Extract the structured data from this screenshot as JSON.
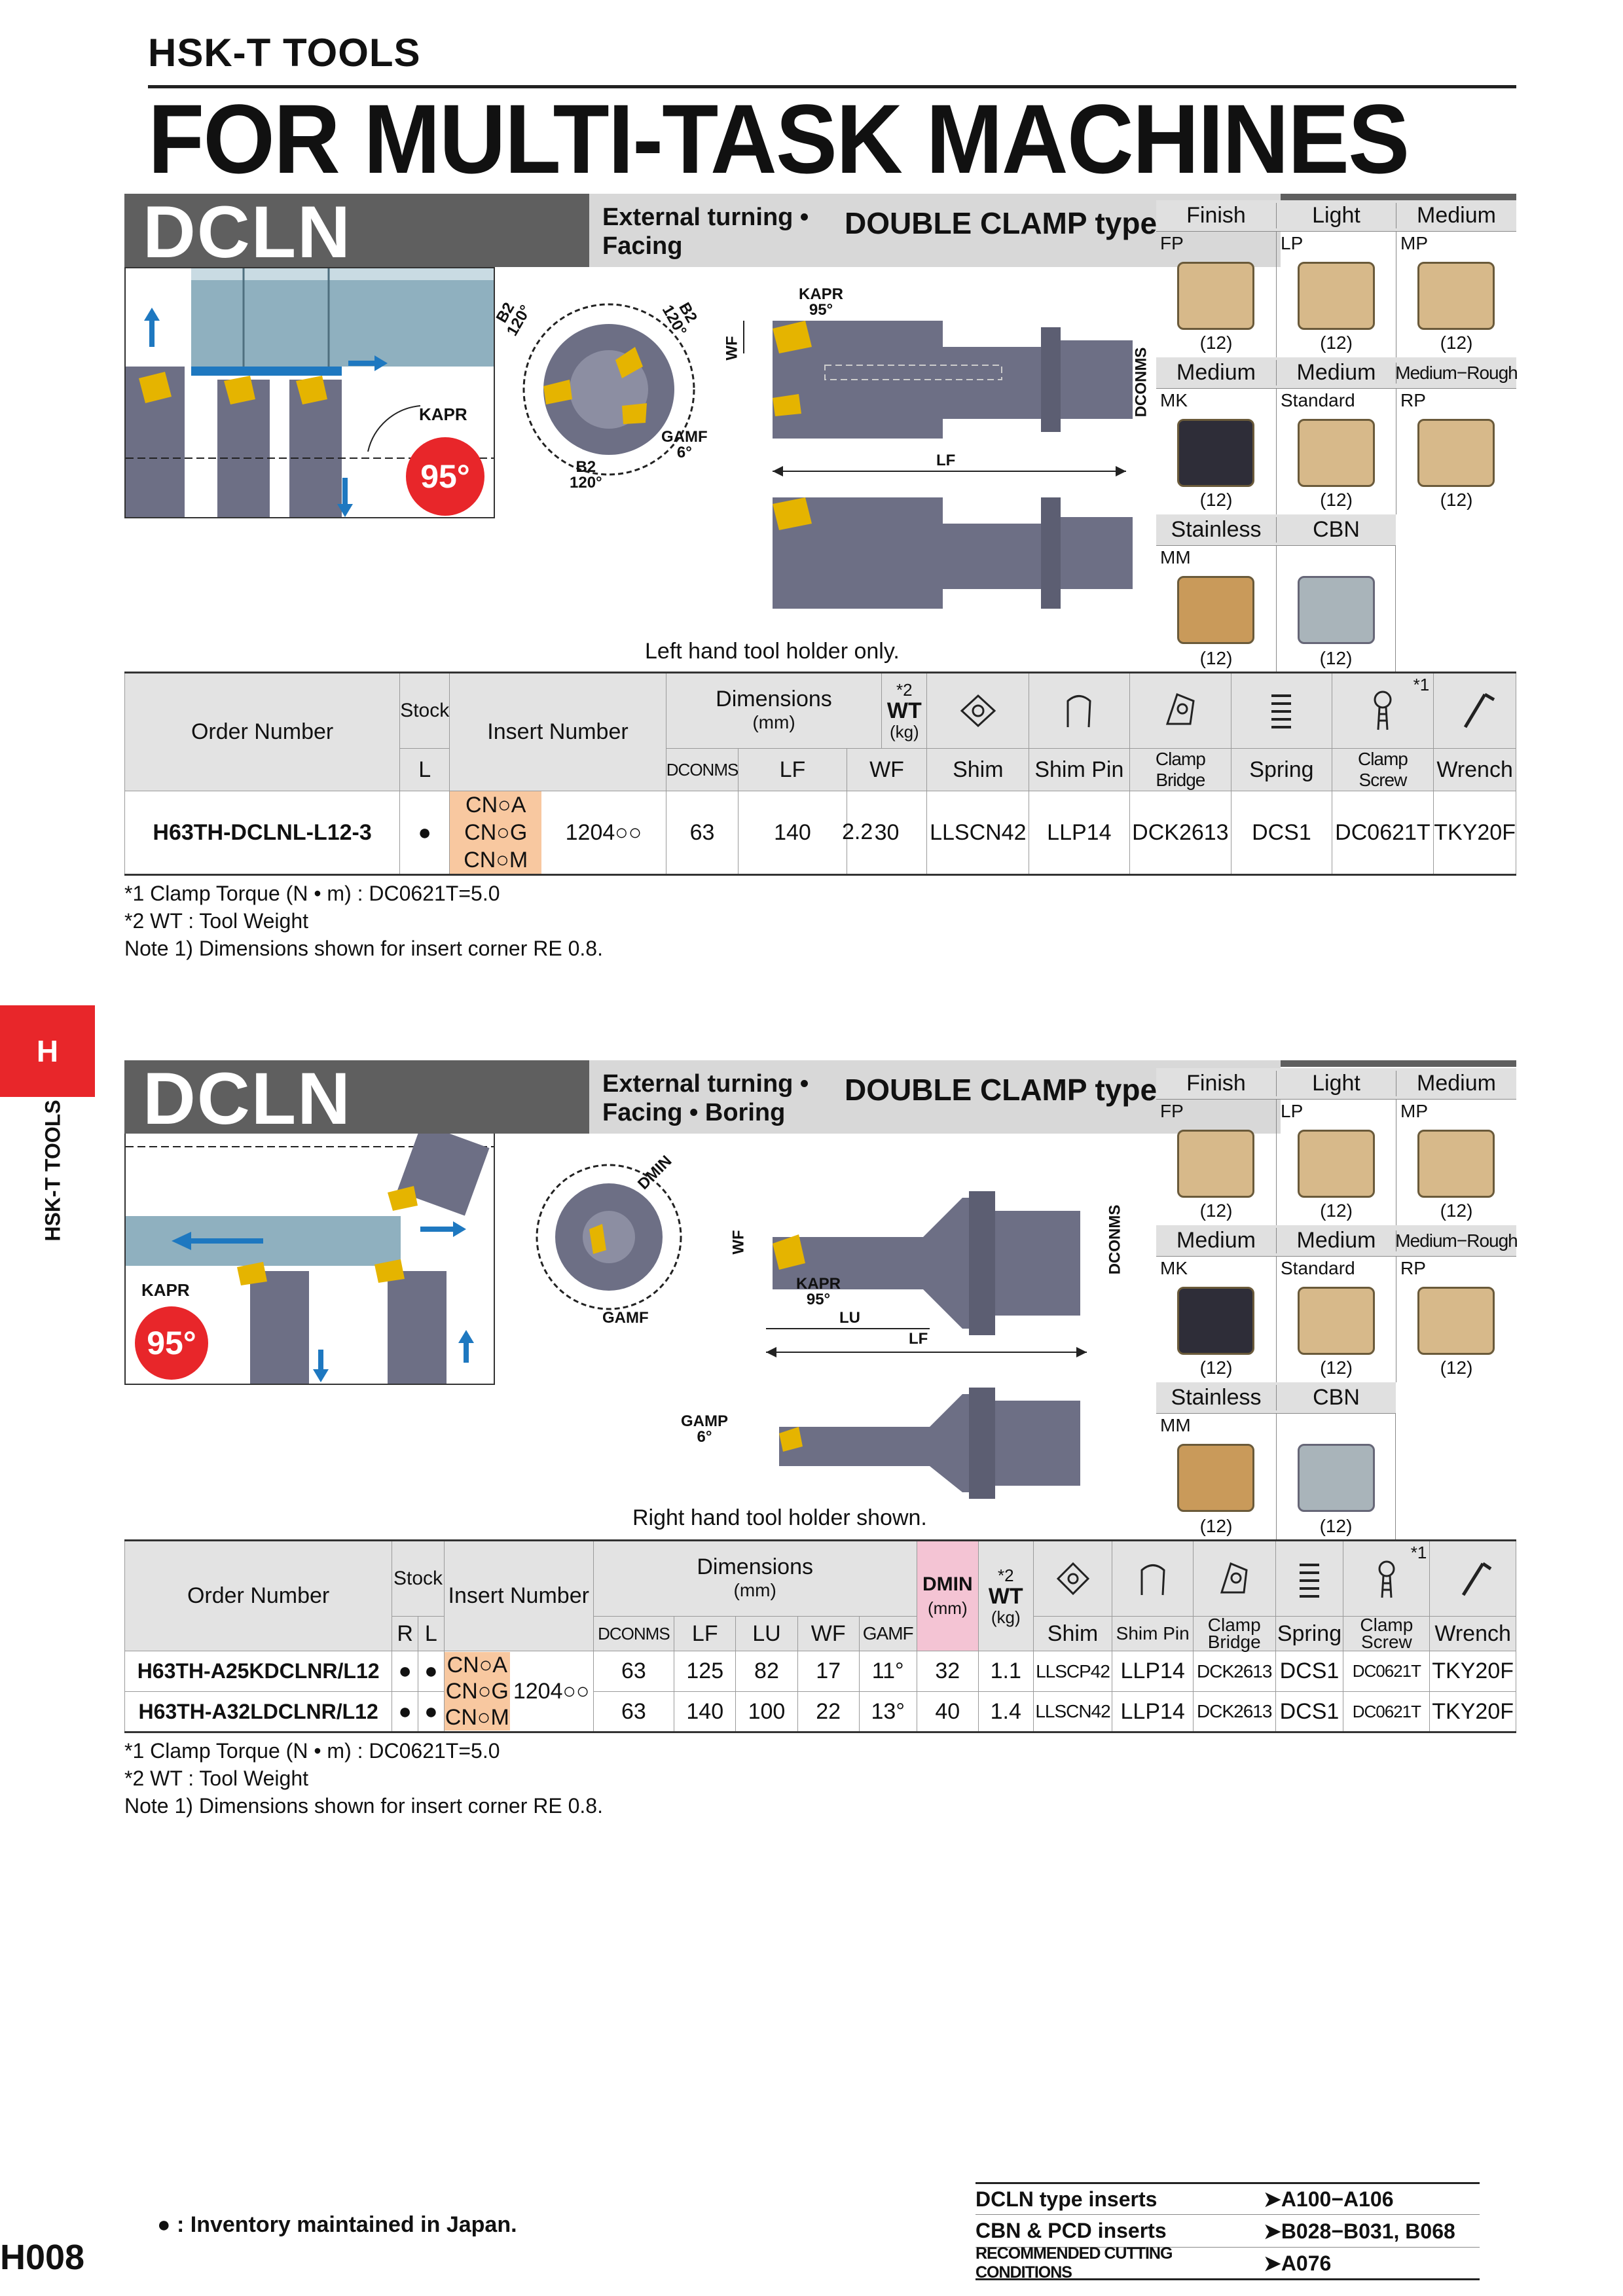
{
  "header": {
    "subtitle": "HSK-T TOOLS",
    "title": "FOR MULTI-TASK MACHINES"
  },
  "side_tab": {
    "letter": "H",
    "label": "HSK-T TOOLS"
  },
  "section1": {
    "name": "DCLN",
    "type_line1": "External turning •",
    "type_line2": "Facing",
    "clamp": "DOUBLE CLAMP type",
    "angle": "95°",
    "labels": {
      "kapr": "KAPR",
      "kapr_val": "95°",
      "b2a": "B2",
      "b2a_val": "120°",
      "b2b": "B2",
      "b2b_val": "120°",
      "b2c": "B2",
      "b2c_val": "120°",
      "gamf": "GAMF",
      "gamf_val": "6°",
      "wf": "WF",
      "lf": "LF",
      "dconms": "DCONMS"
    },
    "caption": "Left hand tool holder only.",
    "inserts": {
      "row1": [
        {
          "grade": "Finish",
          "code": "FP",
          "qty": "(12)"
        },
        {
          "grade": "Light",
          "code": "LP",
          "qty": "(12)"
        },
        {
          "grade": "Medium",
          "code": "MP",
          "qty": "(12)"
        }
      ],
      "row2": [
        {
          "grade": "Medium",
          "code": "MK",
          "qty": "(12)"
        },
        {
          "grade": "Medium",
          "code": "Standard",
          "qty": "(12)"
        },
        {
          "grade": "Medium−Rough",
          "code": "RP",
          "qty": "(12)"
        }
      ],
      "row3": [
        {
          "grade": "Stainless",
          "code": "MM",
          "qty": "(12)"
        },
        {
          "grade": "CBN",
          "code": "",
          "qty": "(12)"
        }
      ]
    },
    "table": {
      "h_order": "Order Number",
      "h_stock": "Stock",
      "h_stock_l": "L",
      "h_insert": "Insert Number",
      "h_dim": "Dimensions",
      "h_dim_unit": "(mm)",
      "h_dconms": "DCONMS",
      "h_lf": "LF",
      "h_wf": "WF",
      "h_wt_star": "*2",
      "h_wt": "WT",
      "h_wt_unit": "(kg)",
      "h_star1": "*1",
      "h_shim": "Shim",
      "h_shimpin": "Shim Pin",
      "h_bridge": "Clamp Bridge",
      "h_spring": "Spring",
      "h_screw": "Clamp Screw",
      "h_wrench": "Wrench",
      "row": {
        "order": "H63TH-DCLNL-L12-3",
        "stock": "●",
        "ins1": "CN○A",
        "ins2": "CN○G",
        "ins3": "CN○M",
        "size": "1204○○",
        "dconms": "63",
        "lf": "140",
        "wf": "30",
        "wt": "2.2",
        "shim": "LLSCN42",
        "shimpin": "LLP14",
        "bridge": "DCK2613",
        "spring": "DCS1",
        "screw": "DC0621T",
        "wrench": "TKY20F"
      }
    },
    "notes": [
      "*1 Clamp Torque (N • m) : DC0621T=5.0",
      "*2 WT : Tool Weight",
      "Note 1) Dimensions shown for insert corner RE 0.8."
    ]
  },
  "section2": {
    "name": "DCLN",
    "type_line1": "External turning •",
    "type_line2": "Facing • Boring",
    "clamp": "DOUBLE CLAMP type",
    "angle": "95°",
    "labels": {
      "kapr": "KAPR",
      "kapr2": "KAPR",
      "kapr2_val": "95°",
      "dmin": "DMIN",
      "gamf": "GAMF",
      "gamp": "GAMP",
      "gamp_val": "6°",
      "wf": "WF",
      "lu": "LU",
      "lf": "LF",
      "dconms": "DCONMS"
    },
    "caption": "Right hand tool holder shown.",
    "inserts": {
      "row1": [
        {
          "grade": "Finish",
          "code": "FP",
          "qty": "(12)"
        },
        {
          "grade": "Light",
          "code": "LP",
          "qty": "(12)"
        },
        {
          "grade": "Medium",
          "code": "MP",
          "qty": "(12)"
        }
      ],
      "row2": [
        {
          "grade": "Medium",
          "code": "MK",
          "qty": "(12)"
        },
        {
          "grade": "Medium",
          "code": "Standard",
          "qty": "(12)"
        },
        {
          "grade": "Medium−Rough",
          "code": "RP",
          "qty": "(12)"
        }
      ],
      "row3": [
        {
          "grade": "Stainless",
          "code": "MM",
          "qty": "(12)"
        },
        {
          "grade": "CBN",
          "code": "",
          "qty": "(12)"
        }
      ]
    },
    "table": {
      "h_order": "Order Number",
      "h_stock": "Stock",
      "h_r": "R",
      "h_l": "L",
      "h_insert": "Insert Number",
      "h_dim": "Dimensions",
      "h_dim_unit": "(mm)",
      "h_dconms": "DCONMS",
      "h_lf": "LF",
      "h_lu": "LU",
      "h_wf": "WF",
      "h_gamf": "GAMF",
      "h_dmin": "DMIN",
      "h_dmin_unit": "(mm)",
      "h_wt_star": "*2",
      "h_wt": "WT",
      "h_wt_unit": "(kg)",
      "h_star1": "*1",
      "h_shim": "Shim",
      "h_shimpin": "Shim Pin",
      "h_bridge": "Clamp Bridge",
      "h_spring": "Spring",
      "h_screw": "Clamp Screw",
      "h_wrench": "Wrench",
      "ins1": "CN○A",
      "ins2": "CN○G",
      "ins3": "CN○M",
      "size": "1204○○",
      "rows": [
        {
          "order": "H63TH-A25KDCLNR/L12",
          "r": "●",
          "l": "●",
          "dconms": "63",
          "lf": "125",
          "lu": "82",
          "wf": "17",
          "gamf": "11°",
          "dmin": "32",
          "wt": "1.1",
          "shim": "LLSCP42",
          "shimpin": "LLP14",
          "bridge": "DCK2613",
          "spring": "DCS1",
          "screw": "DC0621T",
          "wrench": "TKY20F"
        },
        {
          "order": "H63TH-A32LDCLNR/L12",
          "r": "●",
          "l": "●",
          "dconms": "63",
          "lf": "140",
          "lu": "100",
          "wf": "22",
          "gamf": "13°",
          "dmin": "40",
          "wt": "1.4",
          "shim": "LLSCN42",
          "shimpin": "LLP14",
          "bridge": "DCK2613",
          "spring": "DCS1",
          "screw": "DC0621T",
          "wrench": "TKY20F"
        }
      ]
    },
    "notes": [
      "*1 Clamp Torque (N • m) : DC0621T=5.0",
      "*2 WT : Tool Weight",
      "Note 1) Dimensions shown for insert corner RE 0.8."
    ]
  },
  "footer": {
    "legend": "● : Inventory maintained in Japan.",
    "page": "H008",
    "refs": [
      {
        "label": "DCLN type inserts",
        "page": "➤A100−A106"
      },
      {
        "label": "CBN & PCD inserts",
        "page": "➤B028−B031, B068"
      },
      {
        "label": "RECOMMENDED CUTTING CONDITIONS",
        "page": "➤A076"
      }
    ]
  },
  "colors": {
    "insert_gold": "#d7b98a",
    "insert_dark": "#2e2d38",
    "cbn_grey": "#a9b4ba",
    "tool_grey": "#6d6f85",
    "work_blue": "#8fb0bf",
    "accent_red": "#e8262a",
    "arrow_blue": "#1e78c0"
  }
}
